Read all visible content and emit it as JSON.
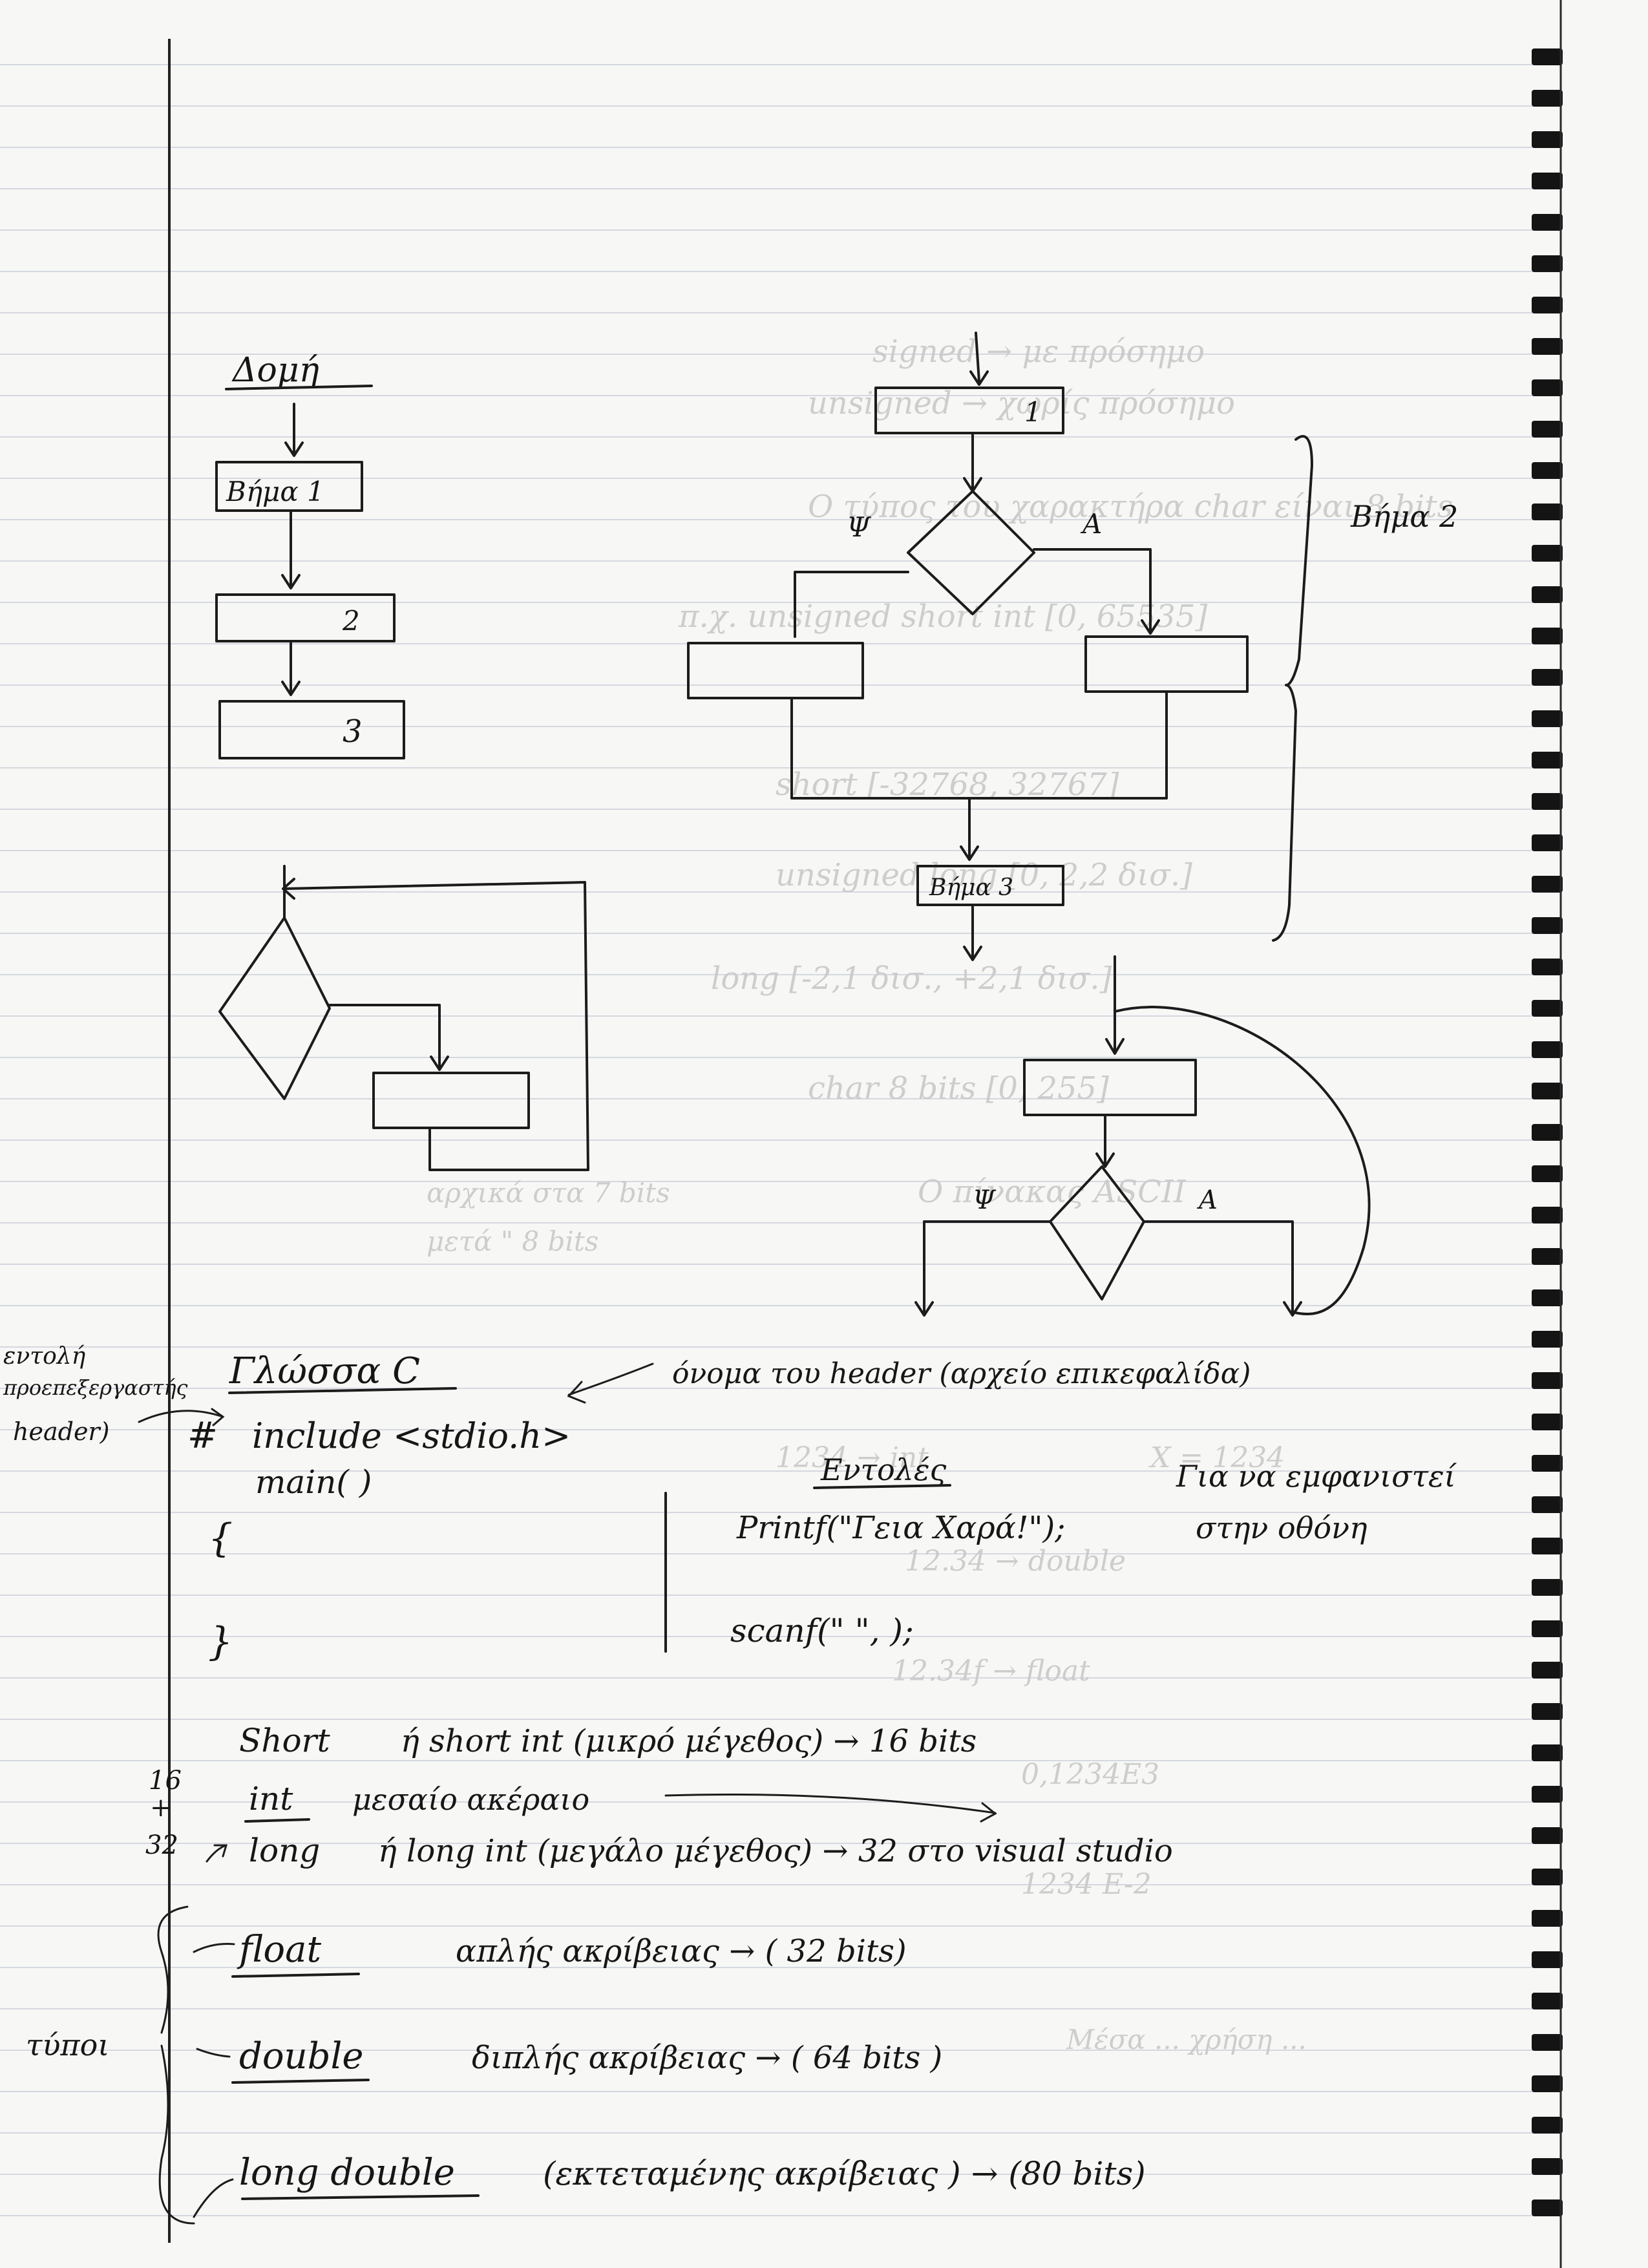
{
  "structure": {
    "title": "Δομή",
    "steps": [
      "Βήμα 1",
      "2",
      "3"
    ]
  },
  "selection": {
    "steps": [
      "1",
      "Βήμα 3"
    ],
    "branch_false": "Ψ",
    "branch_true": "Α",
    "brace_label": "Βήμα 2"
  },
  "loop": {
    "branch_false": "Ψ",
    "branch_true": "Α"
  },
  "language": {
    "title": "Γλώσσα C",
    "annotation_directive": [
      "εντολή",
      "προεπεξεργαστής",
      "header)"
    ],
    "hash": "#",
    "include_line": "include <stdio.h>",
    "main_line": "main( )",
    "brace_open": "{",
    "brace_close": "}",
    "header_annotation": "όνομα του header (αρχείο επικεφαλίδα)"
  },
  "commands": {
    "title": "Εντολές",
    "printf_line": "Printf(\"Γεια Χαρά!\");",
    "scanf_line": "scanf(\"    \",   );",
    "note_line1": "Για να εμφανιστεί",
    "note_line2": "στην οθόνη"
  },
  "types": {
    "side_label": "τύποι",
    "sum_top": "16",
    "sum_plus": "+",
    "sum_bottom": "32",
    "rows": [
      {
        "keyword": "Short",
        "text": "ή  short int (μικρό μέγεθος) → 16 bits"
      },
      {
        "keyword": "int",
        "text": "μεσαίο ακέραιο"
      },
      {
        "keyword": "long",
        "text": "ή  long int (μεγάλο μέγεθος) → 32  στο visual studio"
      },
      {
        "keyword": "float",
        "text": "απλής  ακρίβειας      →  ( 32 bits)"
      },
      {
        "keyword": "double",
        "text": "διπλής  ακρίβειας    →  ( 64 bits )"
      },
      {
        "keyword": "long double",
        "text": "(εκτεταμένης ακρίβειας )  → (80 bits)"
      }
    ]
  }
}
